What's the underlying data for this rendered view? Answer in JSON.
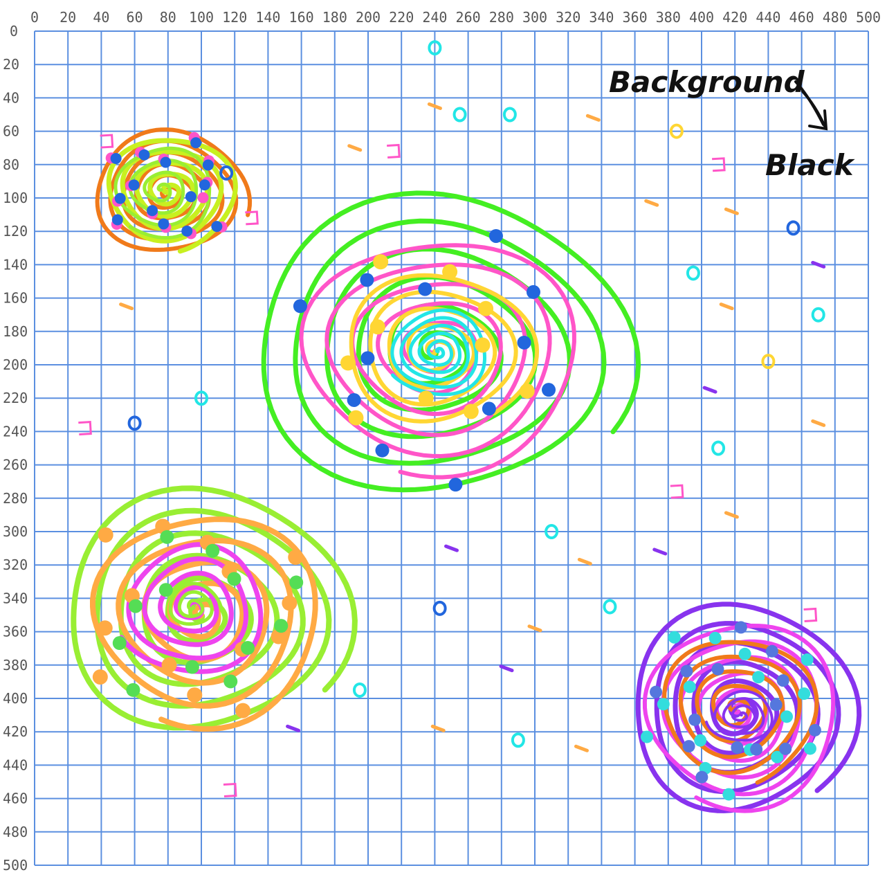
{
  "axes": {
    "x_ticks": [
      "0",
      "20",
      "40",
      "60",
      "80",
      "100",
      "120",
      "140",
      "160",
      "180",
      "200",
      "220",
      "240",
      "260",
      "280",
      "300",
      "320",
      "340",
      "360",
      "380",
      "400",
      "420",
      "440",
      "460",
      "480",
      "500"
    ],
    "y_ticks": [
      "0",
      "20",
      "40",
      "60",
      "80",
      "100",
      "120",
      "140",
      "160",
      "180",
      "200",
      "220",
      "240",
      "260",
      "280",
      "300",
      "320",
      "340",
      "360",
      "380",
      "400",
      "420",
      "440",
      "460",
      "480",
      "500"
    ],
    "range": [
      0,
      500
    ],
    "grid_step": 20
  },
  "annotation": {
    "line1": "Background",
    "line2": "Black"
  },
  "colors": {
    "grid": "#5b8fe0",
    "orange": "#f07a1a",
    "yellow_green": "#c8f020",
    "lime": "#99ee33",
    "green": "#44ee22",
    "pink": "#ff55c8",
    "magenta": "#ee44ee",
    "yellow": "#ffd633",
    "light_orange": "#ffaa44",
    "cyan": "#22e6e6",
    "blue": "#2266dd",
    "purple": "#8833ee",
    "note": "#111111"
  }
}
